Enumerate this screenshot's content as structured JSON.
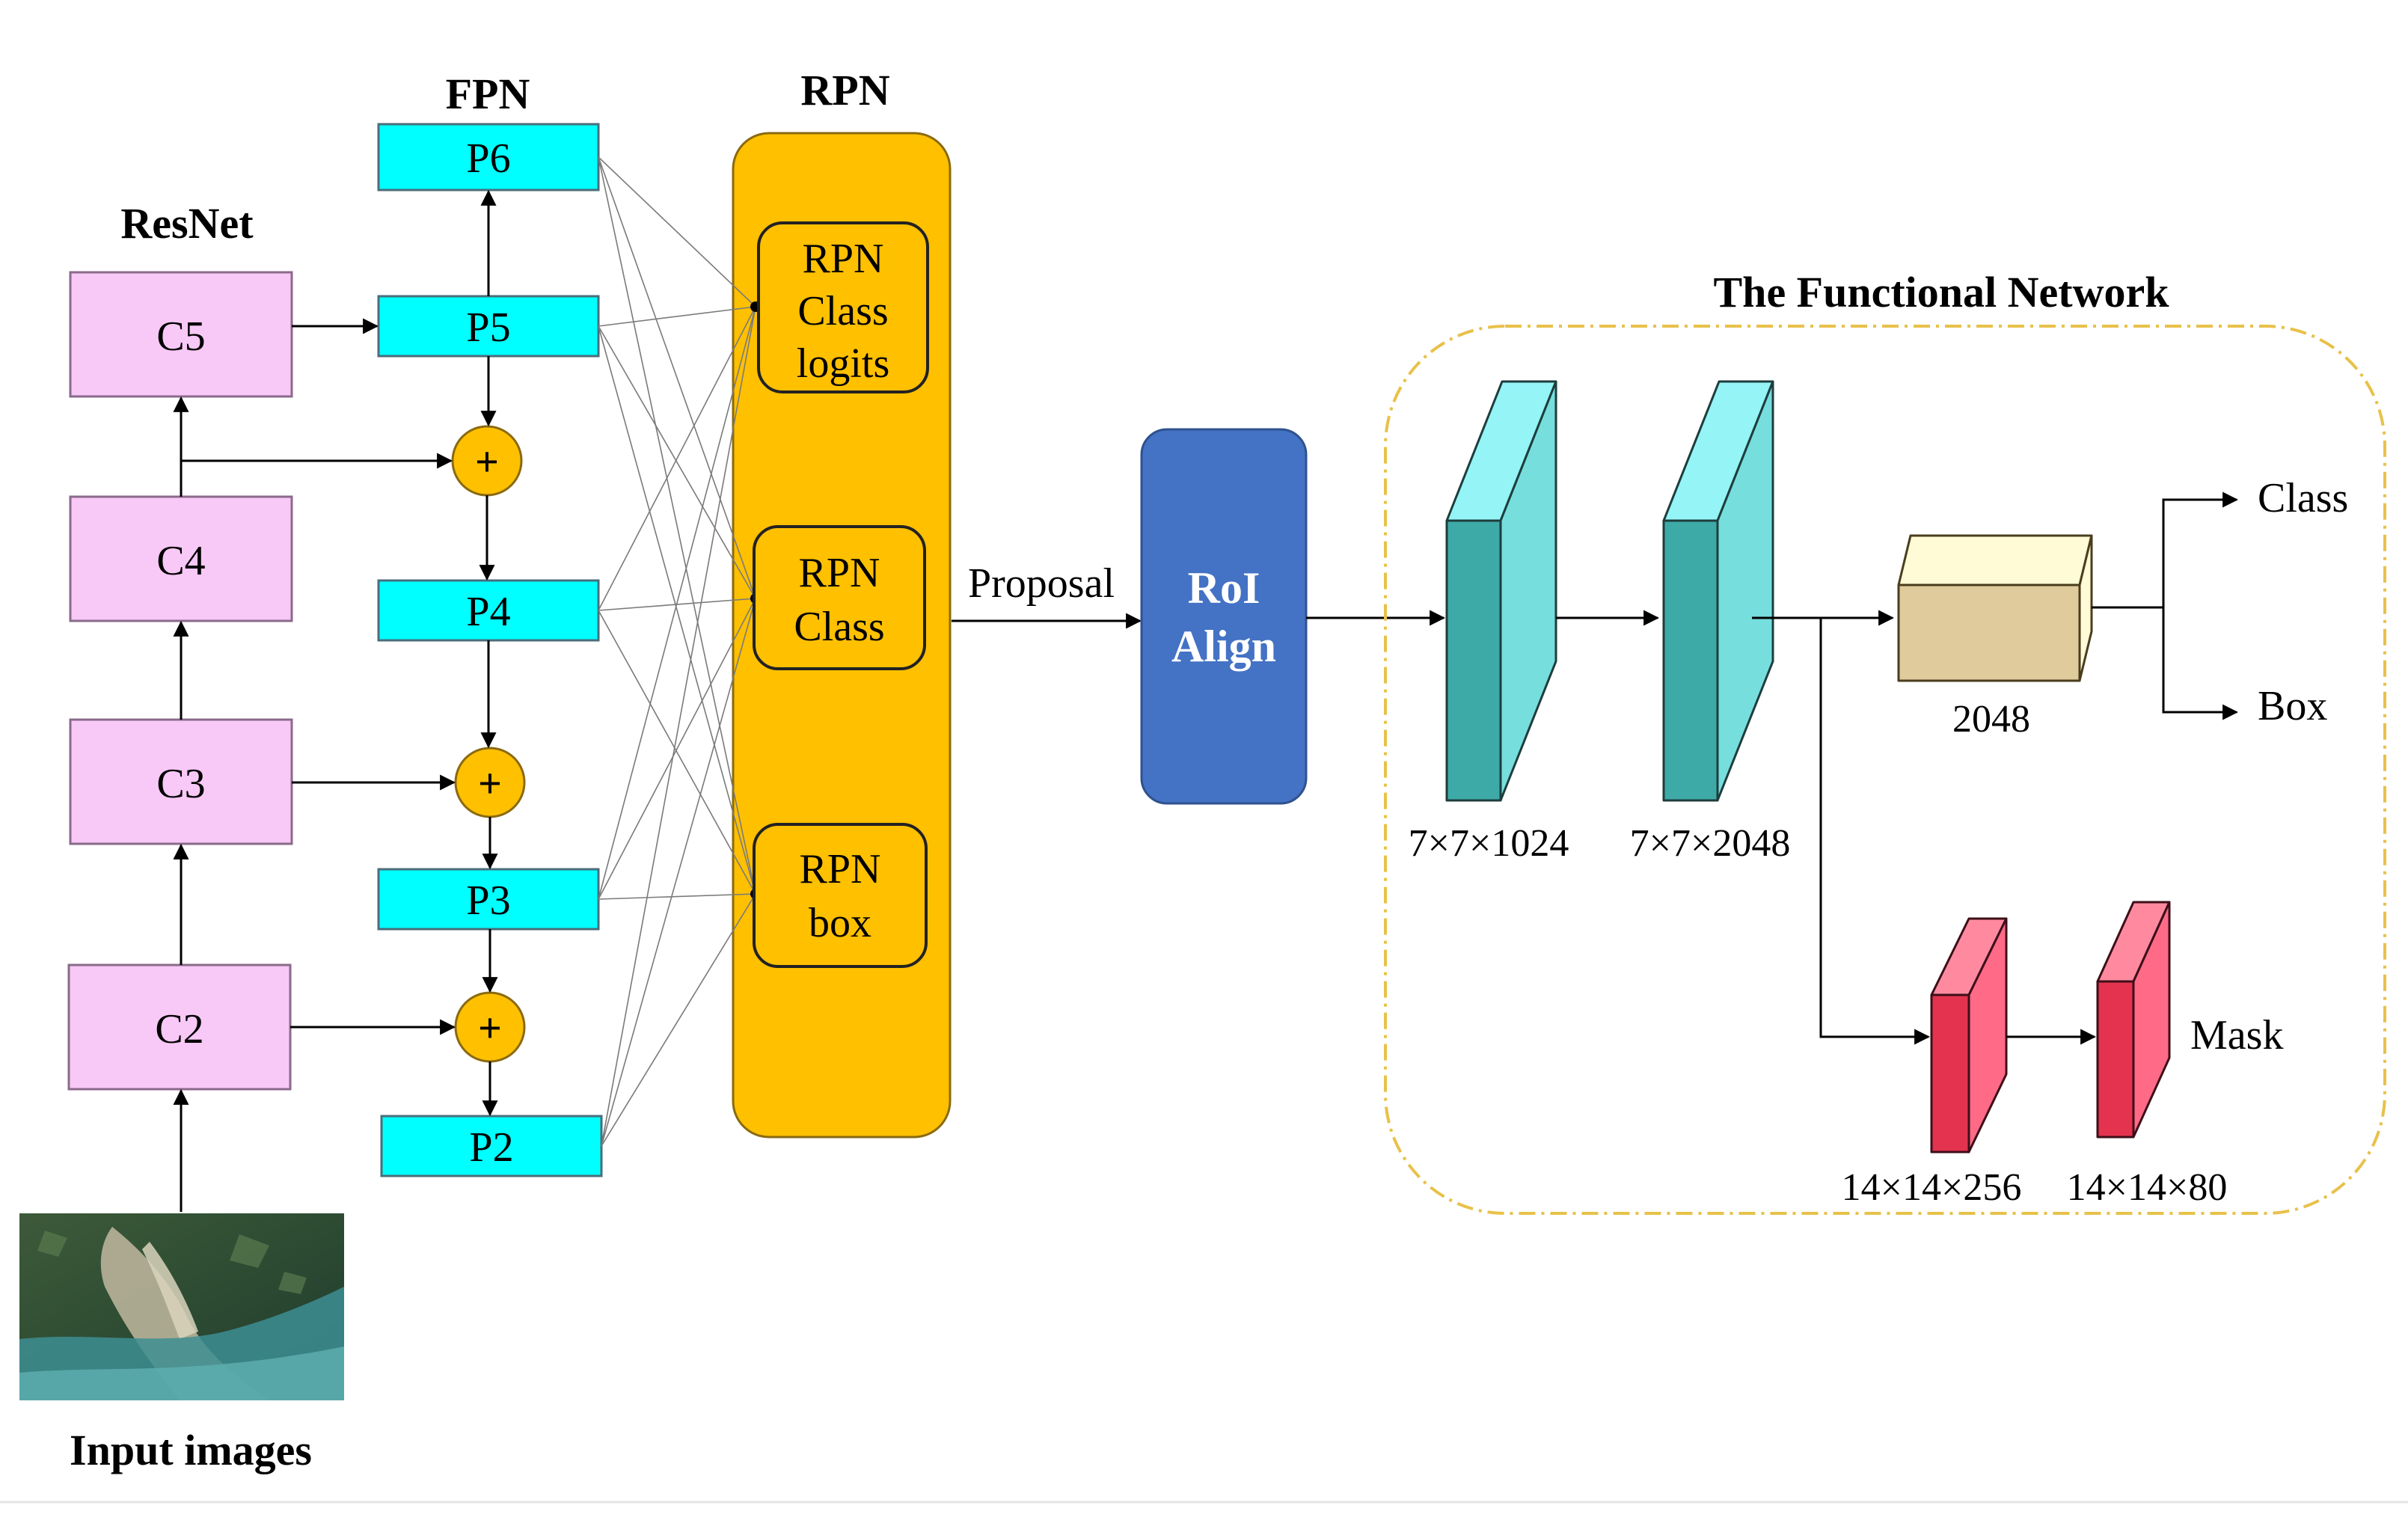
{
  "titles": {
    "resnet": "ResNet",
    "fpn": "FPN",
    "rpn": "RPN",
    "functional": "The Functional Network",
    "input": "Input images"
  },
  "resnet": {
    "c5": "C5",
    "c4": "C4",
    "c3": "C3",
    "c2": "C2"
  },
  "fpn": {
    "p6": "P6",
    "p5": "P5",
    "p4": "P4",
    "p3": "P3",
    "p2": "P2",
    "plus": "+"
  },
  "rpn": {
    "logits": [
      "RPN",
      "Class",
      "logits"
    ],
    "class": [
      "RPN",
      "Class"
    ],
    "box": [
      "RPN",
      "box"
    ]
  },
  "proposal": "Proposal",
  "roi": [
    "RoI",
    "Align"
  ],
  "functional": {
    "dim1": "7×7×1024",
    "dim2": "7×7×2048",
    "fc": "2048",
    "class": "Class",
    "box": "Box",
    "mask": "Mask",
    "mdim1": "14×14×256",
    "mdim2": "14×14×80"
  },
  "colors": {
    "resnet_fill": "#f8c8f6",
    "fpn_fill": "#00ffff",
    "rpn_fill": "#ffc000",
    "roi_fill": "#4472c4",
    "teal_front": "#3eaaa8",
    "teal_side": "#77dede",
    "teal_top": "#94f4f6",
    "pink_front": "#e3334f",
    "pink_side": "#ff6a87",
    "fc_front": "#dfcb9c",
    "fc_top": "#fefbd6",
    "dash": "#e8c14a"
  }
}
